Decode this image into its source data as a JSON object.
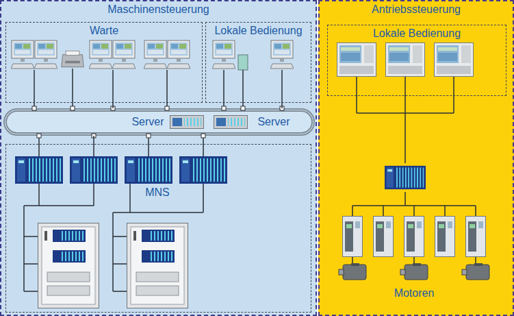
{
  "diagram": {
    "nodes": [
      {
        "text": [
          "Maschinensteuerung"
        ]
      },
      {
        "text": [
          "Warte"
        ],
        "in": 0
      },
      {
        "text": [
          "Lokale Bedienung"
        ],
        "in": 0
      },
      {
        "text": [
          "Server",
          "Server"
        ],
        "in": 0
      },
      {
        "text": [
          "MNS"
        ],
        "in": 0
      },
      {
        "text": [
          "Antriebssteuerung"
        ]
      },
      {
        "text": [
          "Lokale Bedienung"
        ],
        "in": 5
      }
    ],
    "edges": [
      {
        "from": 1,
        "to": 3,
        "arrow": "none"
      },
      {
        "from": 2,
        "to": 3,
        "arrow": "none"
      },
      {
        "from": 3,
        "to": 4,
        "arrow": "none"
      }
    ],
    "labels": [
      "Motoren"
    ]
  }
}
